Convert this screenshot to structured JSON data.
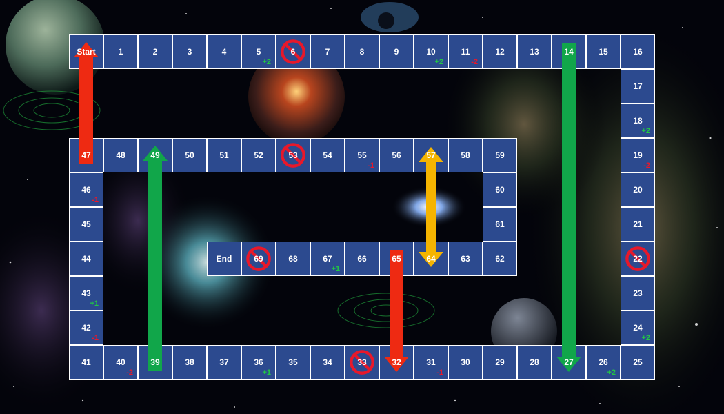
{
  "board": {
    "start_label": "Start",
    "end_label": "End",
    "cells": [
      {
        "id": "start",
        "label": "Start"
      },
      {
        "id": "1",
        "label": "1"
      },
      {
        "id": "2",
        "label": "2"
      },
      {
        "id": "3",
        "label": "3"
      },
      {
        "id": "4",
        "label": "4"
      },
      {
        "id": "5",
        "label": "5",
        "mod": "+2"
      },
      {
        "id": "6",
        "label": "6",
        "blocked": true
      },
      {
        "id": "7",
        "label": "7"
      },
      {
        "id": "8",
        "label": "8"
      },
      {
        "id": "9",
        "label": "9"
      },
      {
        "id": "10",
        "label": "10",
        "mod": "+2"
      },
      {
        "id": "11",
        "label": "11",
        "mod": "-2"
      },
      {
        "id": "12",
        "label": "12"
      },
      {
        "id": "13",
        "label": "13"
      },
      {
        "id": "14",
        "label": "14"
      },
      {
        "id": "15",
        "label": "15"
      },
      {
        "id": "16",
        "label": "16"
      },
      {
        "id": "17",
        "label": "17"
      },
      {
        "id": "18",
        "label": "18",
        "mod": "+2"
      },
      {
        "id": "19",
        "label": "19",
        "mod": "-2"
      },
      {
        "id": "20",
        "label": "20"
      },
      {
        "id": "21",
        "label": "21"
      },
      {
        "id": "22",
        "label": "22",
        "blocked": true
      },
      {
        "id": "23",
        "label": "23"
      },
      {
        "id": "24",
        "label": "24",
        "mod": "+2"
      },
      {
        "id": "25",
        "label": "25"
      },
      {
        "id": "26",
        "label": "26",
        "mod": "+2"
      },
      {
        "id": "27",
        "label": "27"
      },
      {
        "id": "28",
        "label": "28"
      },
      {
        "id": "29",
        "label": "29"
      },
      {
        "id": "30",
        "label": "30"
      },
      {
        "id": "31",
        "label": "31",
        "mod": "-1"
      },
      {
        "id": "32",
        "label": "32"
      },
      {
        "id": "33",
        "label": "33",
        "blocked": true
      },
      {
        "id": "34",
        "label": "34"
      },
      {
        "id": "35",
        "label": "35"
      },
      {
        "id": "36",
        "label": "36",
        "mod": "+1"
      },
      {
        "id": "37",
        "label": "37"
      },
      {
        "id": "38",
        "label": "38"
      },
      {
        "id": "39",
        "label": "39"
      },
      {
        "id": "40",
        "label": "40",
        "mod": "-2"
      },
      {
        "id": "41",
        "label": "41"
      },
      {
        "id": "42",
        "label": "42",
        "mod": "-1"
      },
      {
        "id": "43",
        "label": "43",
        "mod": "+1"
      },
      {
        "id": "44",
        "label": "44"
      },
      {
        "id": "45",
        "label": "45"
      },
      {
        "id": "46",
        "label": "46",
        "mod": "-1"
      },
      {
        "id": "47",
        "label": "47"
      },
      {
        "id": "48",
        "label": "48"
      },
      {
        "id": "49",
        "label": "49"
      },
      {
        "id": "50",
        "label": "50"
      },
      {
        "id": "51",
        "label": "51"
      },
      {
        "id": "52",
        "label": "52"
      },
      {
        "id": "53",
        "label": "53",
        "blocked": true
      },
      {
        "id": "54",
        "label": "54"
      },
      {
        "id": "55",
        "label": "55",
        "mod": "-1"
      },
      {
        "id": "56",
        "label": "56"
      },
      {
        "id": "57",
        "label": "57"
      },
      {
        "id": "58",
        "label": "58"
      },
      {
        "id": "59",
        "label": "59"
      },
      {
        "id": "60",
        "label": "60"
      },
      {
        "id": "61",
        "label": "61"
      },
      {
        "id": "62",
        "label": "62"
      },
      {
        "id": "63",
        "label": "63"
      },
      {
        "id": "64",
        "label": "64"
      },
      {
        "id": "65",
        "label": "65"
      },
      {
        "id": "66",
        "label": "66"
      },
      {
        "id": "67",
        "label": "67",
        "mod": "+1"
      },
      {
        "id": "68",
        "label": "68"
      },
      {
        "id": "69",
        "label": "69",
        "blocked": true
      },
      {
        "id": "end",
        "label": "End"
      }
    ],
    "jumps": [
      {
        "from": "47",
        "to": "start",
        "color": "red"
      },
      {
        "from": "39",
        "to": "49",
        "color": "green"
      },
      {
        "from": "14",
        "to": "27",
        "color": "green"
      },
      {
        "from": "65",
        "to": "32",
        "color": "red"
      },
      {
        "from": "57",
        "to": "64",
        "color": "yellow",
        "both_ways": true
      }
    ]
  },
  "colors": {
    "cell_fill": "#2c4a8f",
    "cell_border": "#ffffff",
    "bonus": "#22c744",
    "penalty": "#e8182a",
    "ban": "#e8182a",
    "arrow_red": "#ee2a12",
    "arrow_green": "#11a64a",
    "arrow_yellow": "#f5b400"
  },
  "icons": {
    "blocked": "no-entry-icon"
  }
}
